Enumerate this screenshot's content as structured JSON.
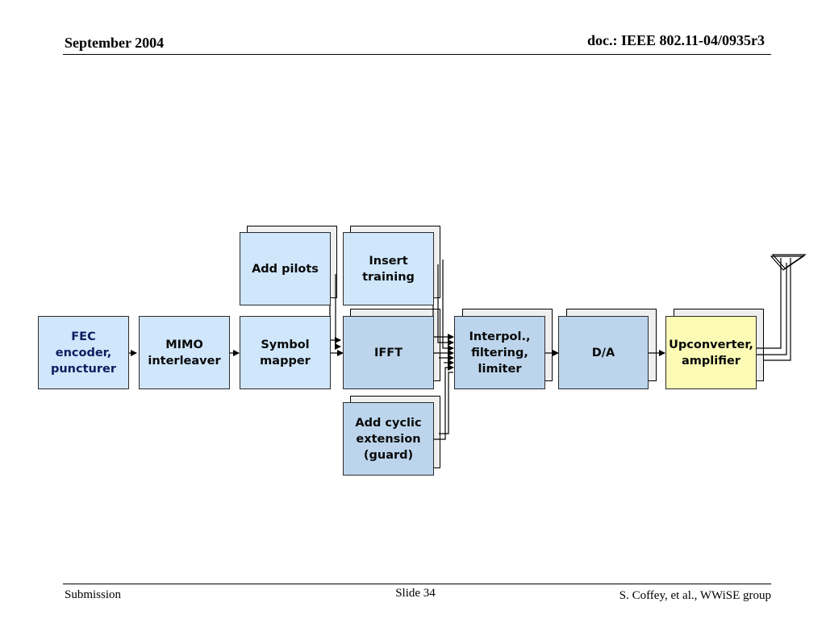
{
  "header": {
    "date": "September 2004",
    "doc_id": "doc.: IEEE 802.11-04/0935r3"
  },
  "footer": {
    "left": "Submission",
    "slide": "Slide 34",
    "right": "S. Coffey, et al., WWiSE group"
  },
  "diagram": {
    "fec": "FEC\nencoder,\npuncturer",
    "mimo": "MIMO\ninterleaver",
    "symbol_mapper": "Symbol\nmapper",
    "add_pilots": "Add pilots",
    "insert_training": "Insert\ntraining",
    "ifft": "IFFT",
    "add_cyclic": "Add cyclic\nextension\n(guard)",
    "interpol": "Interpol.,\nfiltering,\nlimiter",
    "da": "D/A",
    "upconverter": "Upconverter,\namplifier"
  },
  "colors": {
    "fec_text": "#0b1f5e",
    "box_light": "#cfe6fb",
    "box_dark": "#bcd5ec",
    "box_amp": "#fbfbb5",
    "stack_shadow": "#efefef"
  }
}
